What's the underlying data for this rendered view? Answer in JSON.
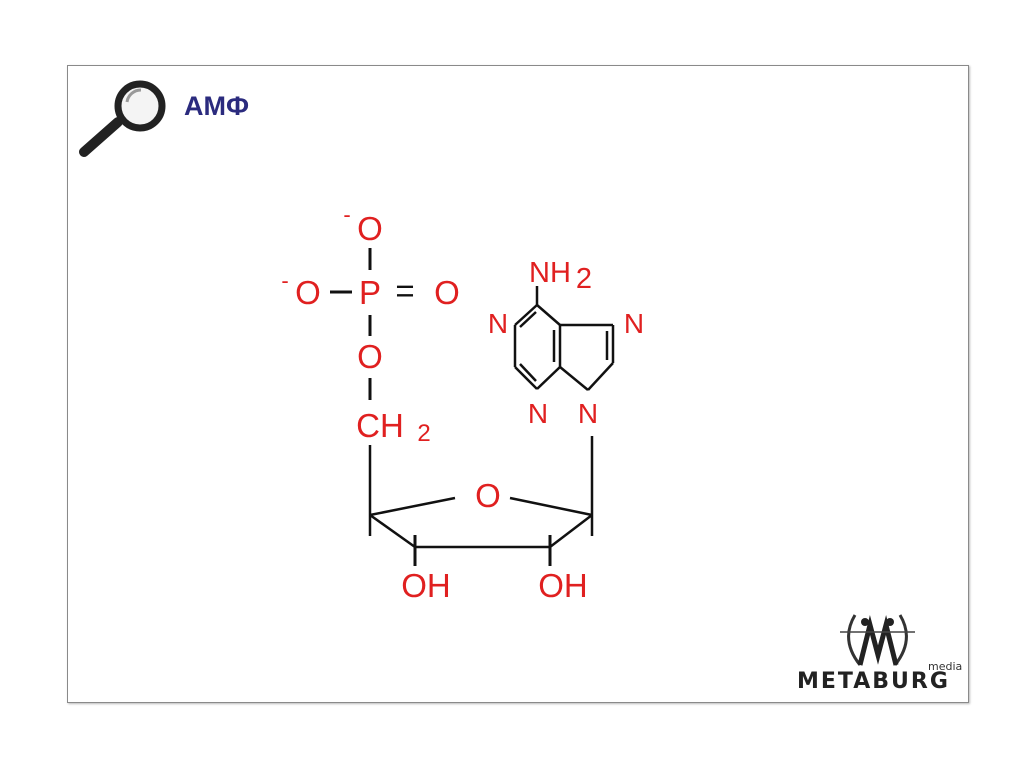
{
  "slide": {
    "title": "АМФ",
    "logo_text": "METABURG",
    "logo_sub": "media"
  },
  "molecule": {
    "o_top": "O",
    "charge": "-",
    "o_left": "O",
    "p": "P",
    "double": "=",
    "o_right": "O",
    "o_ester": "O",
    "ch": "CH",
    "sub2": "2",
    "ring_o": "O",
    "oh": "OH",
    "nh": "NH",
    "n": "N"
  }
}
